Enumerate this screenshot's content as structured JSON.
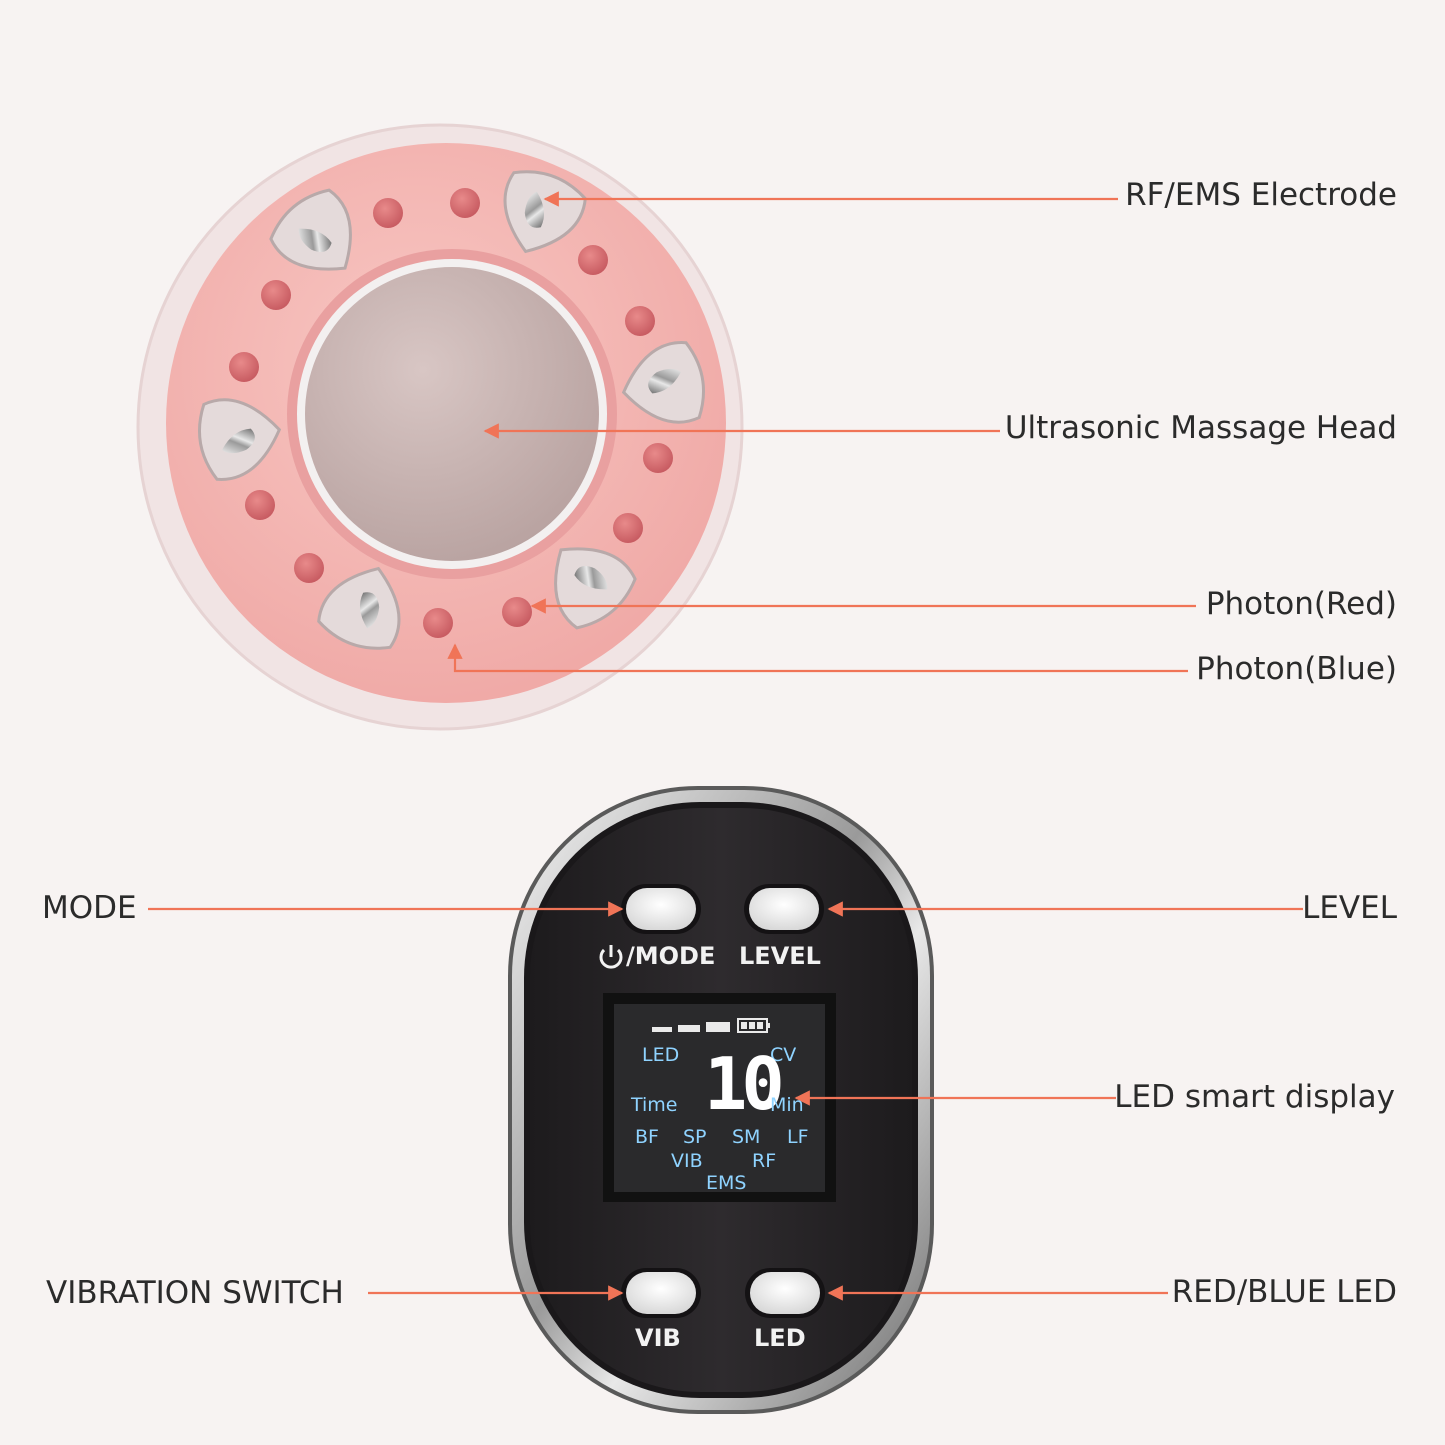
{
  "colors": {
    "background": "#f7f3f2",
    "pointer": "#f07457",
    "head_pink": "#f5b7b5",
    "device_body": "#262426",
    "lcd_text": "#8fd3ff"
  },
  "head_labels": {
    "electrode": "RF/EMS Electrode",
    "massage_head": "Ultrasonic Massage Head",
    "photon_red": "Photon(Red)",
    "photon_blue": "Photon(Blue)"
  },
  "controller_labels": {
    "mode": "MODE",
    "level": "LEVEL",
    "display": "LED smart display",
    "vibration": "VIBRATION SWITCH",
    "led": "RED/BLUE LED"
  },
  "device_buttons": {
    "power_mode": "/MODE",
    "level": "LEVEL",
    "vib": "VIB",
    "led": "LED"
  },
  "lcd": {
    "led": "LED",
    "cv": "CV",
    "number": "10",
    "time": "Time",
    "min": "Min",
    "bf": "BF",
    "sp": "SP",
    "sm": "SM",
    "lf": "LF",
    "vib": "VIB",
    "rf": "RF",
    "ems": "EMS"
  }
}
